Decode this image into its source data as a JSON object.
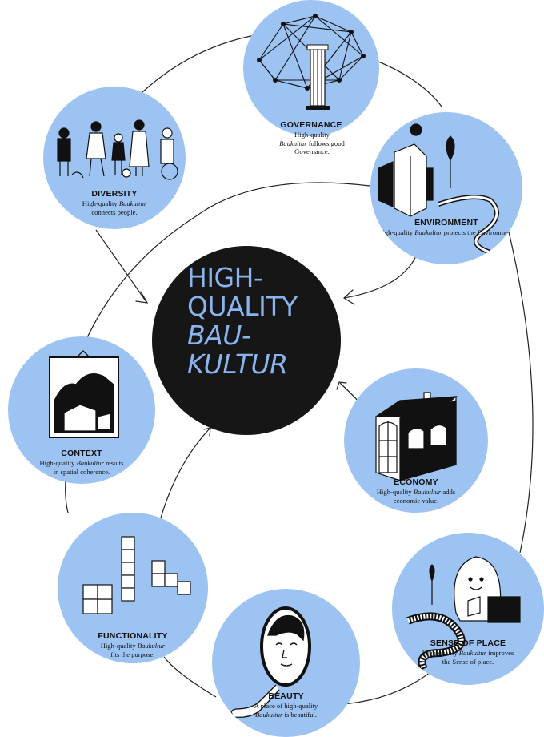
{
  "center": {
    "line1": "HIGH-",
    "line2": "QUALITY",
    "line3": "BAU-",
    "line4": "KULTUR"
  },
  "nodes": {
    "governance": {
      "title": "GOVERNANCE",
      "desc_pre": "High-quality",
      "desc_em": "Baukultur",
      "desc_post": " follows good Governance."
    },
    "diversity": {
      "title": "DIVERSITY",
      "desc_pre": "High-quality ",
      "desc_em": "Baukultur",
      "desc_post": " connects people."
    },
    "environment": {
      "title": "ENVIRONMENT",
      "desc_pre": "High-quality ",
      "desc_em": "Baukultur",
      "desc_post": " protects the Environment."
    },
    "context": {
      "title": "CONTEXT",
      "desc_pre": "High-quality ",
      "desc_em": "Baukultur",
      "desc_post": " results in spatial coherence."
    },
    "economy": {
      "title": "ECONOMY",
      "desc_pre": "High-quality ",
      "desc_em": "Baukultur",
      "desc_post": " adds economic value."
    },
    "functionality": {
      "title": "FUNCTIONALITY",
      "desc_pre": "High-quality ",
      "desc_em": "Baukultur",
      "desc_post": " fits the purpose."
    },
    "sense_of_place": {
      "title": "SENSE OF PLACE",
      "desc_pre": "High-quality ",
      "desc_em": "Baukultur",
      "desc_post": " improves the Sense of place."
    },
    "beauty": {
      "title": "BEAUTY",
      "desc_pre": "A place of high-quality ",
      "desc_em": "Baukultur",
      "desc_post": " is beautiful."
    }
  },
  "colors": {
    "node_fill": "#9cc3f2",
    "center_fill": "#161616",
    "center_text": "#8ab4ee",
    "line": "#222222"
  }
}
